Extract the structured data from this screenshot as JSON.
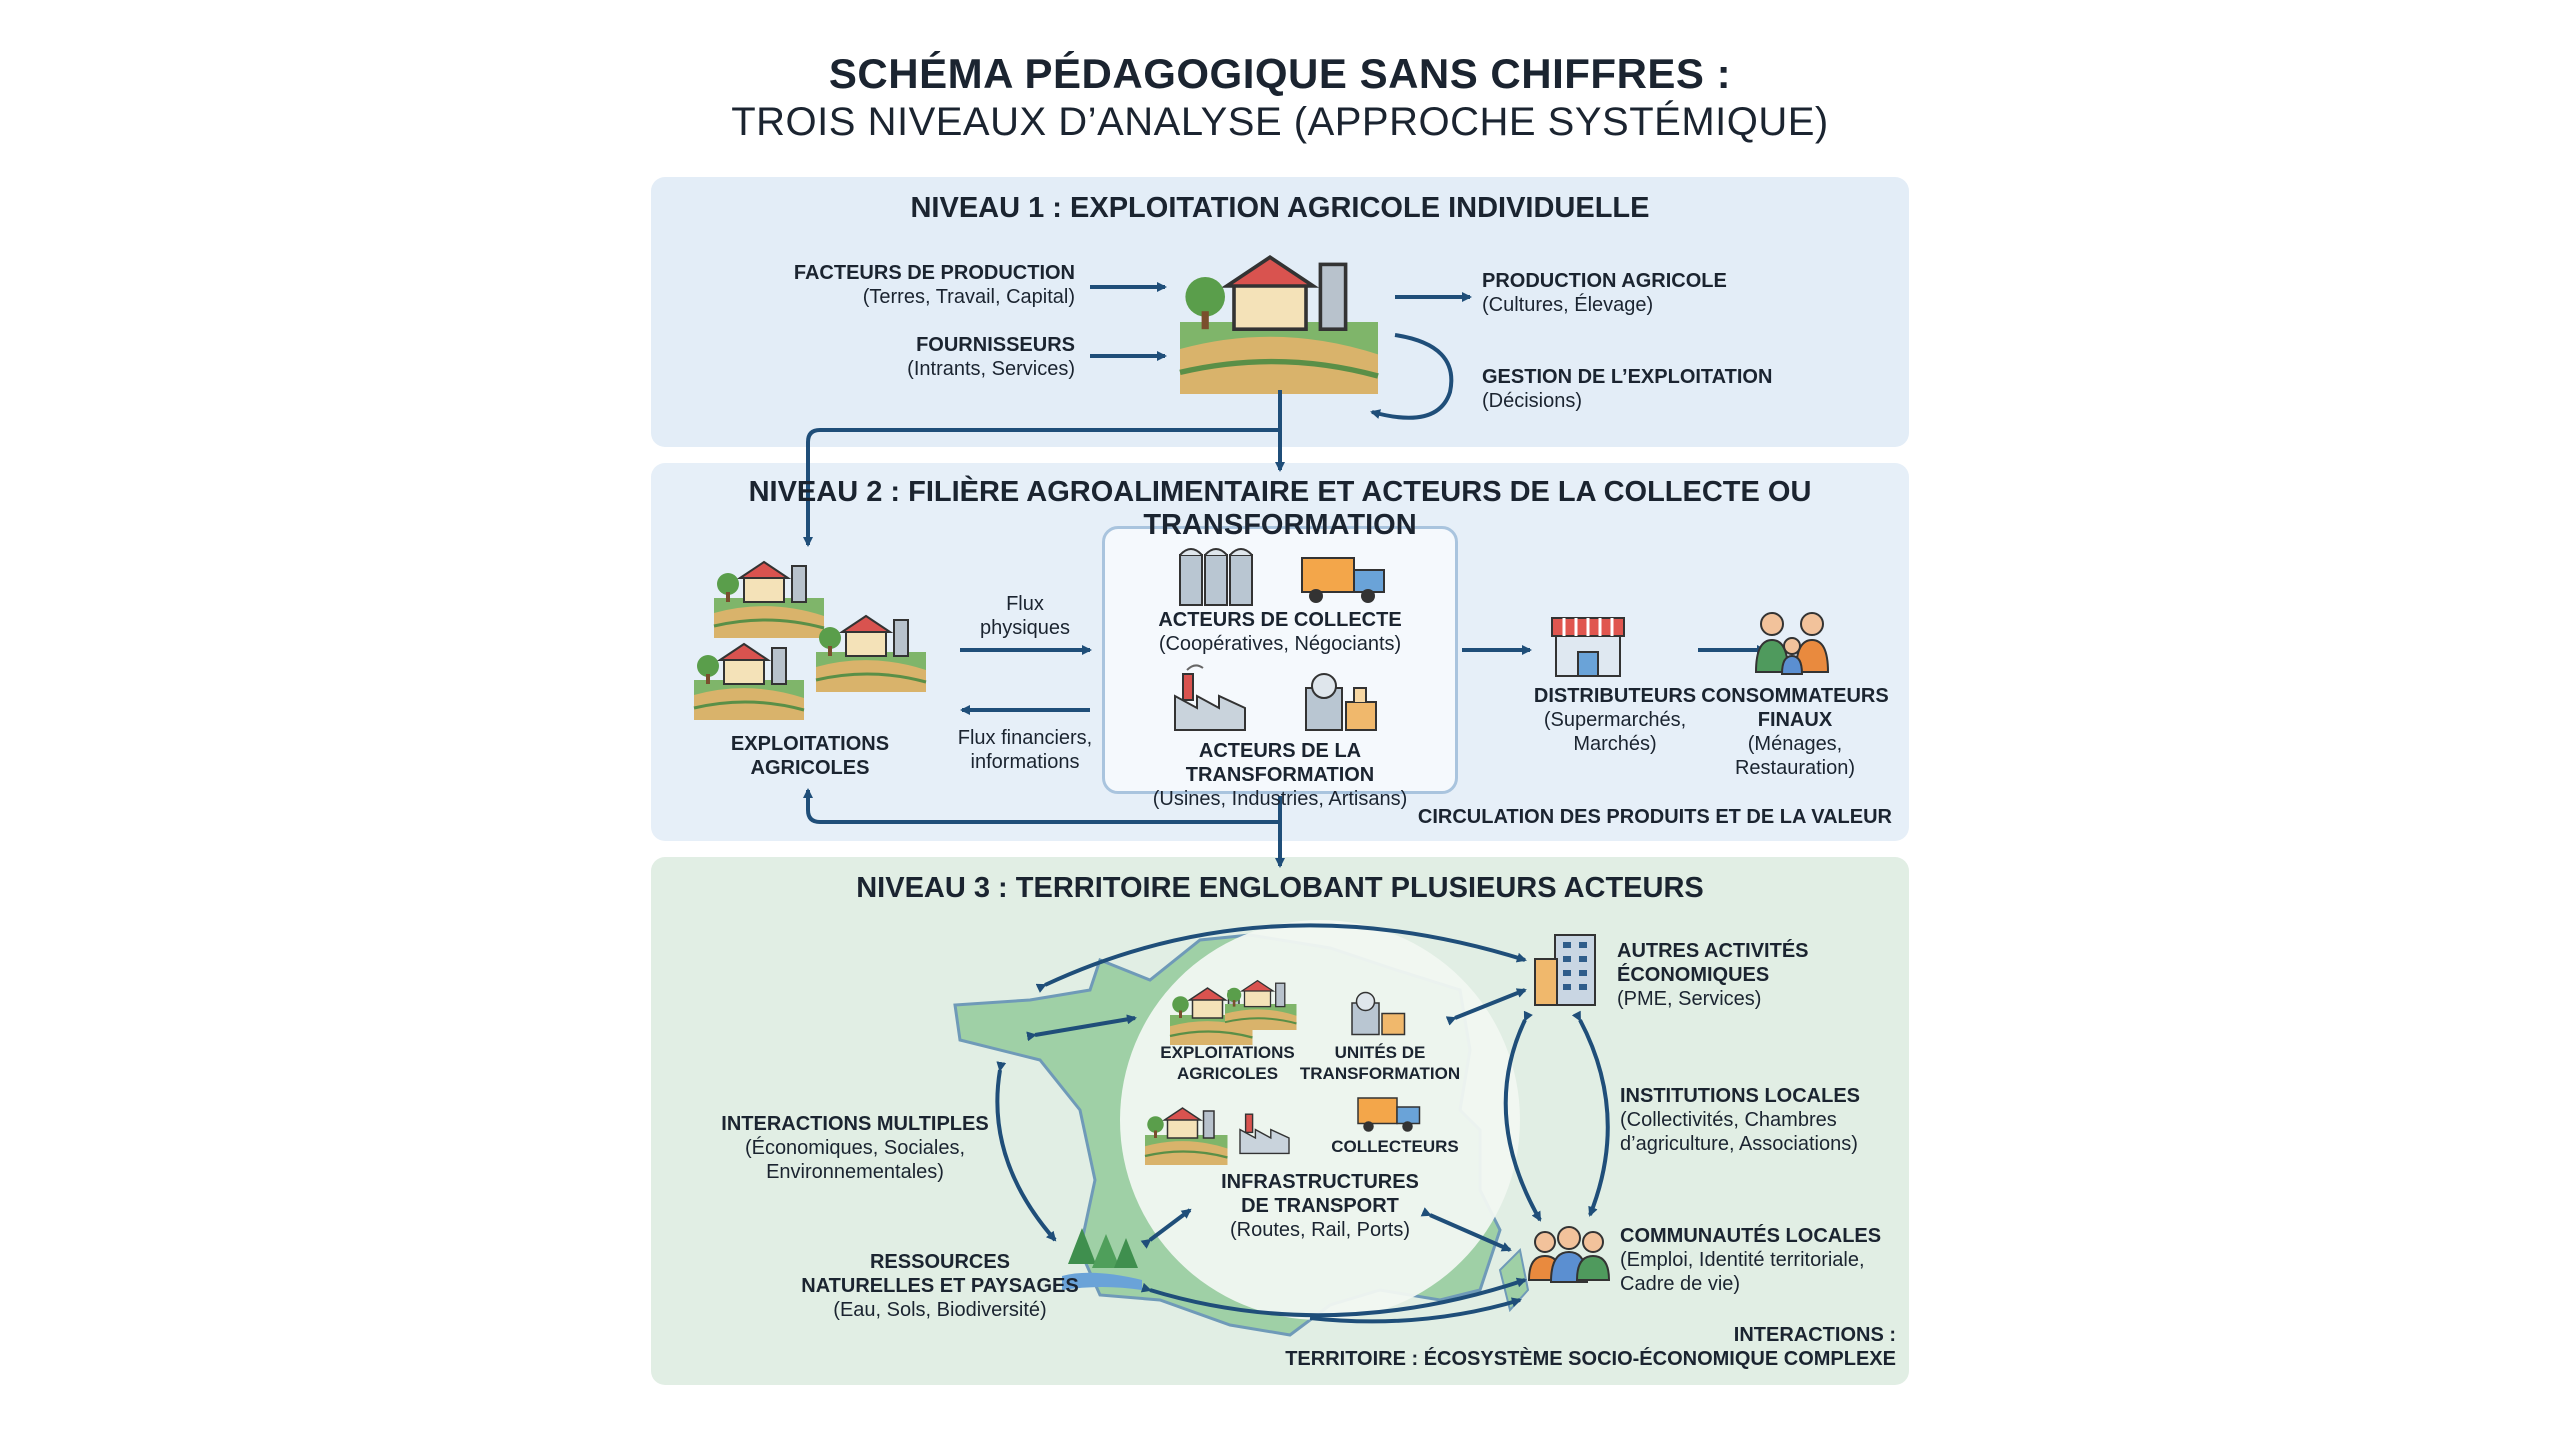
{
  "title_line1": "SCHÉMA PÉDAGOGIQUE SANS CHIFFRES :",
  "title_line2": "TROIS NIVEAUX D’ANALYSE (APPROCHE SYSTÉMIQUE)",
  "level1": {
    "title": "NIVEAU 1 : EXPLOITATION AGRICOLE INDIVIDUELLE",
    "facteurs": {
      "title": "FACTEURS DE PRODUCTION",
      "detail": "(Terres, Travail, Capital)"
    },
    "fournisseurs": {
      "title": "FOURNISSEURS",
      "detail": "(Intrants, Services)"
    },
    "production": {
      "title": "PRODUCTION AGRICOLE",
      "detail": "(Cultures, Élevage)"
    },
    "gestion": {
      "title": "GESTION DE L’EXPLOITATION",
      "detail": "(Décisions)"
    }
  },
  "level2": {
    "title": "NIVEAU 2 : FILIÈRE AGROALIMENTAIRE ET ACTEURS DE LA COLLECTE OU TRANSFORMATION",
    "exploitations": {
      "line1": "EXPLOITATIONS",
      "line2": "AGRICOLES"
    },
    "flux_physiques": {
      "line1": "Flux",
      "line2": "physiques"
    },
    "flux_financiers": {
      "line1": "Flux financiers,",
      "line2": "informations"
    },
    "collecte": {
      "title": "ACTEURS DE COLLECTE",
      "detail": "(Coopératives, Négociants)"
    },
    "transformation": {
      "title": "ACTEURS DE LA TRANSFORMATION",
      "detail": "(Usines, Industries, Artisans)"
    },
    "distributeurs": {
      "title": "DISTRIBUTEURS",
      "line1": "(Supermarchés,",
      "line2": "Marchés)"
    },
    "consommateurs": {
      "title1": "CONSOMMATEURS",
      "title2": "FINAUX",
      "line1": "(Ménages,",
      "line2": "Restauration)"
    },
    "circulation": "CIRCULATION DES PRODUITS ET DE LA VALEUR"
  },
  "level3": {
    "title": "NIVEAU 3 : TERRITOIRE ENGLOBANT PLUSIEURS ACTEURS",
    "autres": {
      "title1": "AUTRES ACTIVITÉS",
      "title2": "ÉCONOMIQUES",
      "detail": "(PME, Services)"
    },
    "institutions": {
      "title": "INSTITUTIONS LOCALES",
      "line1": "(Collectivités, Chambres",
      "line2": "d’agriculture, Associations)"
    },
    "communautes": {
      "title": "COMMUNAUTÉS LOCALES",
      "line1": "(Emploi, Identité territoriale,",
      "line2": "Cadre de vie)"
    },
    "interactions": {
      "title": "INTERACTIONS MULTIPLES",
      "line1": "(Économiques, Sociales,",
      "line2": "Environnementales)"
    },
    "ressources": {
      "title1": "RESSOURCES",
      "title2": "NATURELLES ET PAYSAGES",
      "detail": "(Eau, Sols, Biodiversité)"
    },
    "circle_exploitations": {
      "line1": "EXPLOITATIONS",
      "line2": "AGRICOLES"
    },
    "circle_unites": {
      "line1": "UNITÉS DE",
      "line2": "TRANSFORMATION"
    },
    "circle_collecteurs": "COLLECTEURS",
    "circle_infra": {
      "line1": "INFRASTRUCTURES",
      "line2": "DE TRANSPORT",
      "detail": "(Routes, Rail, Ports)"
    },
    "footer1": "INTERACTIONS :",
    "footer2": "TERRITOIRE : ÉCOSYSTÈME SOCIO-ÉCONOMIQUE COMPLEXE"
  },
  "colors": {
    "arrow": "#1f4e79",
    "panel1": "#e3edf7",
    "panel3": "#e1eee4",
    "map_green": "#9fd0a6"
  }
}
